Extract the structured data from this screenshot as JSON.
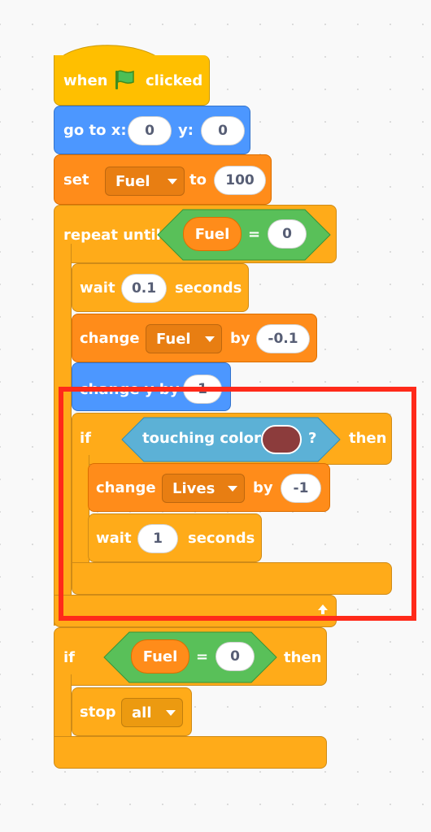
{
  "script": {
    "hat": {
      "when": "when",
      "clicked": "clicked",
      "flag_icon": "green-flag-icon"
    },
    "goto": {
      "label": "go to x:",
      "x": "0",
      "y_label": "y:",
      "y": "0"
    },
    "set": {
      "label": "set",
      "variable": "Fuel",
      "to_label": "to",
      "value": "100"
    },
    "repeat_until": {
      "label": "repeat until",
      "reporter": "Fuel",
      "equals": "=",
      "value": "0"
    },
    "wait1": {
      "label": "wait",
      "value": "0.1",
      "unit": "seconds"
    },
    "change_fuel": {
      "label": "change",
      "variable": "Fuel",
      "by_label": "by",
      "value": "-0.1"
    },
    "change_y": {
      "label": "change y by",
      "value": "1"
    },
    "if1": {
      "label": "if",
      "sensing": "touching color",
      "question": "?",
      "then": "then",
      "color": "#8c3c3c"
    },
    "change_lives": {
      "label": "change",
      "variable": "Lives",
      "by_label": "by",
      "value": "-1"
    },
    "wait2": {
      "label": "wait",
      "value": "1",
      "unit": "seconds"
    },
    "if2": {
      "label": "if",
      "reporter": "Fuel",
      "equals": "=",
      "value": "0",
      "then": "then"
    },
    "stop": {
      "label": "stop",
      "option": "all"
    }
  },
  "colors": {
    "events": "#ffbf00",
    "control": "#ffab19",
    "variables": "#ff8c1a",
    "motion": "#4c97ff",
    "operators": "#59c059",
    "sensing": "#5cb1d6",
    "highlight": "#ff2a1a"
  }
}
